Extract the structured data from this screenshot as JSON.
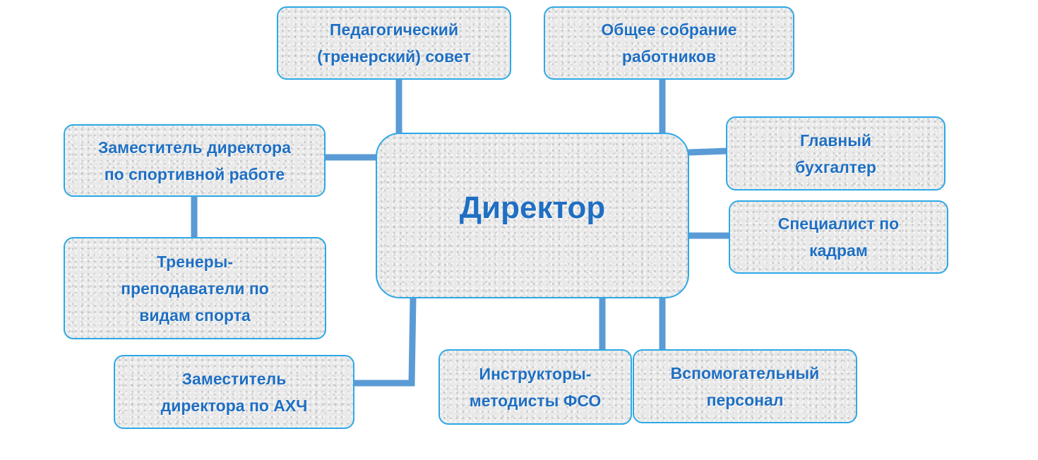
{
  "director": {
    "label": "Директор"
  },
  "boxes": {
    "ped_council": {
      "lines": [
        "Педагогический",
        "(тренерский) совет"
      ]
    },
    "general_meeting": {
      "lines": [
        "Общее собрание",
        "работников"
      ]
    },
    "deputy_sport": {
      "lines": [
        "Заместитель директора",
        "по спортивной работе"
      ]
    },
    "trainers": {
      "lines": [
        "Тренеры-",
        "преподаватели по",
        "видам спорта"
      ]
    },
    "deputy_ahch": {
      "lines": [
        "Заместитель",
        "директора по АХЧ"
      ]
    },
    "instructors": {
      "lines": [
        "Инструкторы-",
        "методисты ФСО"
      ]
    },
    "support_staff": {
      "lines": [
        "Вспомогательный",
        "персонал"
      ]
    },
    "chief_accountant": {
      "lines": [
        "Главный",
        "бухгалтер"
      ]
    },
    "hr_specialist": {
      "lines": [
        "Специалист по",
        "кадрам"
      ]
    }
  },
  "colors": {
    "border": "#2ea8e6",
    "text": "#1f6fc2",
    "connector": "#5b9bd5",
    "box_fill": "#e9e9e9"
  }
}
